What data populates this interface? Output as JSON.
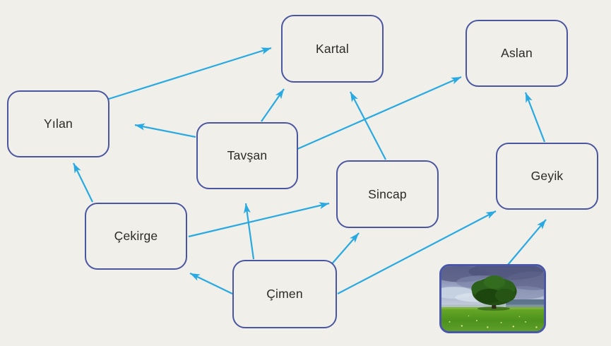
{
  "diagram": {
    "type": "food-web",
    "language": "tr",
    "nodes": [
      {
        "id": "yilan",
        "label": "Yılan"
      },
      {
        "id": "kartal",
        "label": "Kartal"
      },
      {
        "id": "aslan",
        "label": "Aslan"
      },
      {
        "id": "tavsan",
        "label": "Tavşan"
      },
      {
        "id": "sincap",
        "label": "Sincap"
      },
      {
        "id": "geyik",
        "label": "Geyik"
      },
      {
        "id": "cekirge",
        "label": "Çekirge"
      },
      {
        "id": "cimen",
        "label": "Çimen"
      },
      {
        "id": "grass-photo",
        "label": "",
        "kind": "photo-of-tree-in-meadow"
      }
    ],
    "edges": [
      {
        "from": "yilan",
        "to": "kartal"
      },
      {
        "from": "tavsan",
        "to": "yilan"
      },
      {
        "from": "tavsan",
        "to": "kartal"
      },
      {
        "from": "tavsan",
        "to": "aslan"
      },
      {
        "from": "sincap",
        "to": "kartal"
      },
      {
        "from": "geyik",
        "to": "aslan"
      },
      {
        "from": "cekirge",
        "to": "yilan"
      },
      {
        "from": "cekirge",
        "to": "sincap"
      },
      {
        "from": "cimen",
        "to": "tavsan"
      },
      {
        "from": "cimen",
        "to": "sincap"
      },
      {
        "from": "cimen",
        "to": "geyik"
      },
      {
        "from": "cimen",
        "to": "cekirge"
      },
      {
        "from": "grass-photo",
        "to": "geyik"
      }
    ],
    "colors": {
      "background": "#f0efea",
      "arrow": "#29a9e1",
      "node_border": "#4a56a0",
      "node_fill": "#f0efea",
      "label_text": "#2b2a28"
    }
  }
}
